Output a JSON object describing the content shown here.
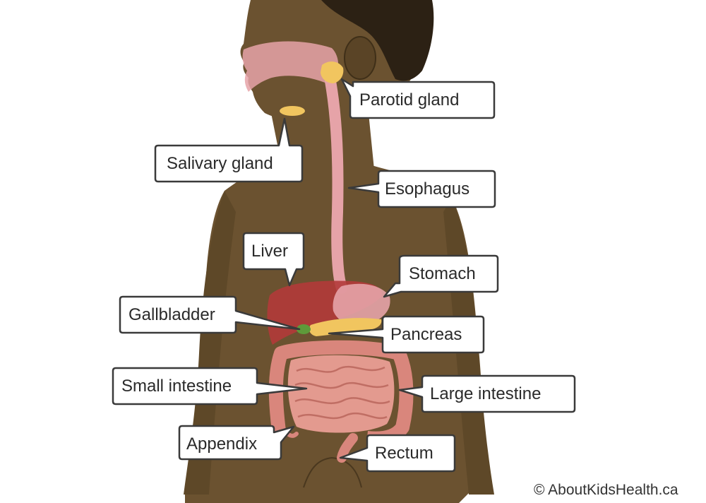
{
  "labels": {
    "parotid_gland": "Parotid gland",
    "salivary_gland": "Salivary gland",
    "esophagus": "Esophagus",
    "liver": "Liver",
    "stomach": "Stomach",
    "gallbladder": "Gallbladder",
    "pancreas": "Pancreas",
    "small_intestine": "Small intestine",
    "large_intestine": "Large intestine",
    "appendix": "Appendix",
    "rectum": "Rectum"
  },
  "credit": "© AboutKidsHealth.ca",
  "colors": {
    "skin": "#6b5230",
    "skin_dark": "#4a381f",
    "hair": "#2c2114",
    "tract": "#e6a3a8",
    "liver": "#b33a3a",
    "gland": "#f1c55f",
    "gallbladder": "#5e9a3a",
    "intestine": "#d9867c",
    "callout_border": "#3a3a3a"
  }
}
